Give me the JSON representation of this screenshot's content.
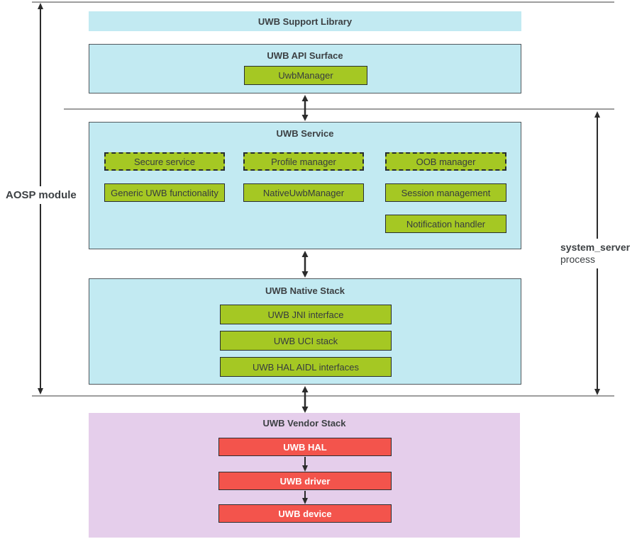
{
  "colors": {
    "cyan_fill": "#c2eaf2",
    "green_fill": "#a5c823",
    "red_fill": "#f3544c",
    "purple_fill": "#e5ceeb",
    "line_gray": "#9e9e9e",
    "text_dark": "#3c4043",
    "arrow_dark": "#2b2b2b"
  },
  "icons": {
    "bidirectional_arrow": "↕",
    "down_arrow": "↓"
  },
  "side_labels": {
    "left": "AOSP module",
    "right_line1": "system_server",
    "right_line2": "process"
  },
  "support_library": {
    "title": "UWB Support Library"
  },
  "api_surface": {
    "title": "UWB API Surface",
    "manager": "UwbManager"
  },
  "service": {
    "title": "UWB Service",
    "modules": [
      {
        "label": "Secure service"
      },
      {
        "label": "Profile manager"
      },
      {
        "label": "OOB manager"
      },
      {
        "label": "Generic UWB functionality"
      },
      {
        "label": "NativeUwbManager"
      },
      {
        "label": "Session management"
      },
      {
        "label": "Notification handler"
      }
    ]
  },
  "native_stack": {
    "title": "UWB Native Stack",
    "layers": [
      {
        "label": "UWB JNI interface"
      },
      {
        "label": "UWB UCI stack"
      },
      {
        "label": "UWB HAL AIDL interfaces"
      }
    ]
  },
  "vendor_stack": {
    "title": "UWB Vendor Stack",
    "layers": [
      {
        "label": "UWB HAL"
      },
      {
        "label": "UWB driver"
      },
      {
        "label": "UWB device"
      }
    ]
  }
}
